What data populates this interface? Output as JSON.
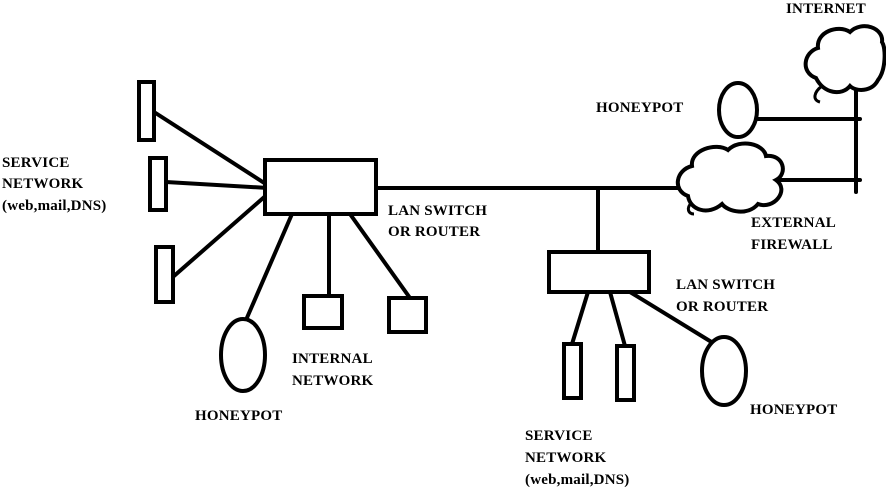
{
  "labels": {
    "internet": "INTERNET",
    "honeypot_top": "HONEYPOT",
    "service_network_left": [
      "SERVICE",
      "NETWORK",
      "(web,mail,DNS)"
    ],
    "lan_switch_main": [
      "LAN SWITCH",
      "OR ROUTER"
    ],
    "external_firewall": [
      "EXTERNAL",
      "FIREWALL"
    ],
    "lan_switch_second": [
      "LAN SWITCH",
      "OR ROUTER"
    ],
    "internal_network": [
      "INTERNAL",
      "NETWORK"
    ],
    "honeypot_left": "HONEYPOT",
    "honeypot_right": "HONEYPOT",
    "service_network_bottom": [
      "SERVICE",
      "NETWORK",
      "(web,mail,DNS)"
    ]
  },
  "colors": {
    "line": "#000000",
    "fill": "#ffffff"
  }
}
